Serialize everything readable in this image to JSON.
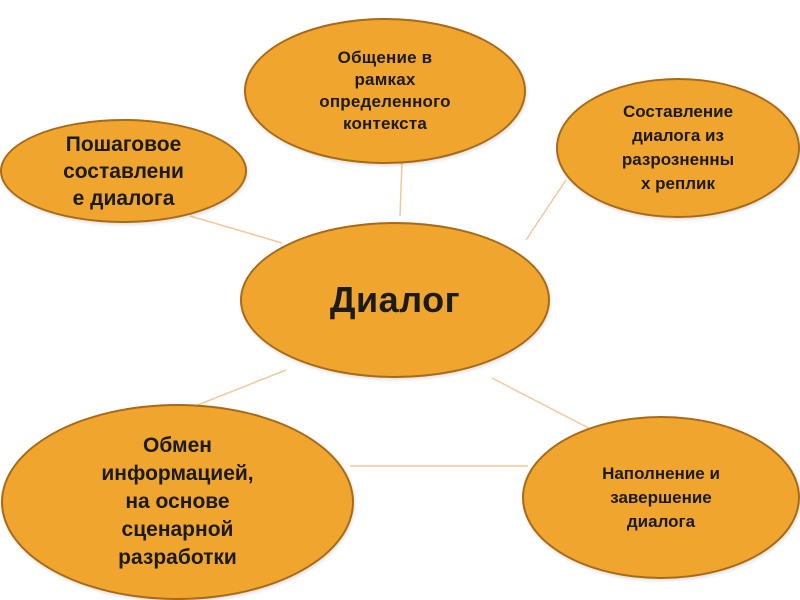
{
  "diagram": {
    "colors": {
      "node_fill": "#f0a52e",
      "node_border": "#a86a17",
      "connector": "#f1c99a",
      "text": "#1b1b1b"
    },
    "center": {
      "label": "Диалог"
    },
    "nodes": {
      "top": {
        "label": "Общение в\nрамках\nопределенного\nконтекста"
      },
      "left": {
        "label": "Пошаговое\nсоставлени\nе диалога"
      },
      "right": {
        "label": "Составление\nдиалога из\nразрозненны\nх реплик"
      },
      "bottom_left": {
        "label": "Обмен\nинформацией,\nна основе\nсценарной\nразработки"
      },
      "bottom_right": {
        "label": "Наполнение и\nзавершение\nдиалога"
      }
    }
  }
}
